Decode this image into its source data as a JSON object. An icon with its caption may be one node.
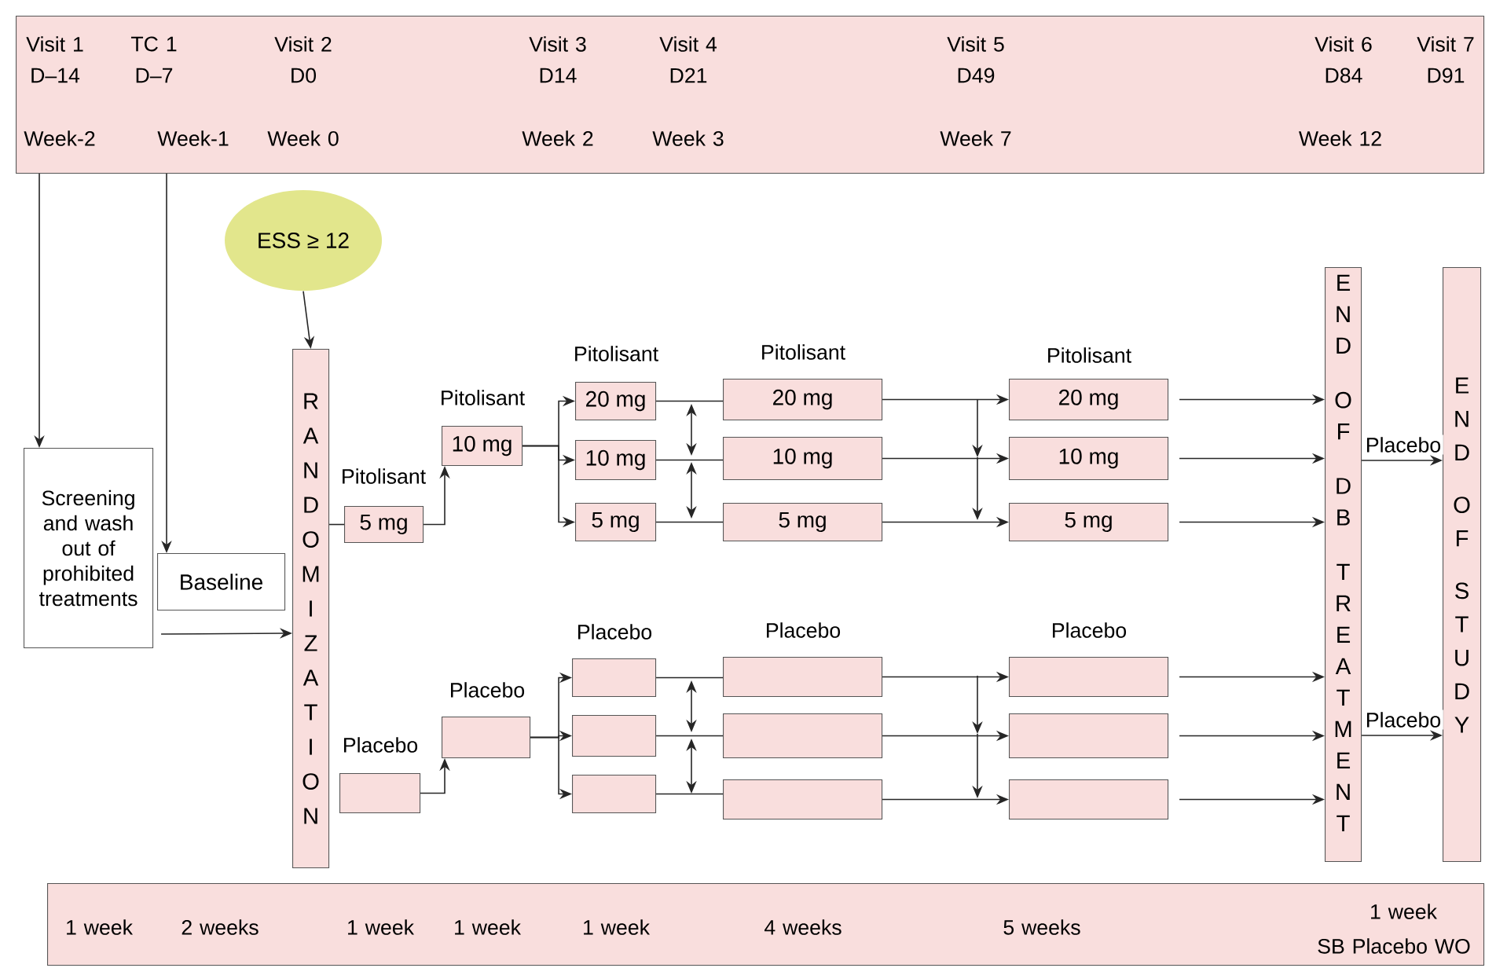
{
  "diagram": {
    "nodes": [
      {
        "text": [
          "Visit 1",
          "D–14",
          "TC 1",
          "D–7",
          "Visit 2",
          "D0",
          "Visit 3",
          "D14",
          "Visit 4",
          "D21",
          "Visit 5",
          "D49",
          "Visit 6",
          "D84",
          "Visit 7",
          "D91",
          "Week-2",
          "Week-1",
          "Week 0",
          "Week 2",
          "Week 3",
          "Week 7",
          "Week 12"
        ]
      },
      {
        "text": [
          "ESS ≥ 12"
        ]
      },
      {
        "text": [
          "Screening and wash out of prohibited treatments"
        ]
      },
      {
        "text": [
          "Baseline"
        ]
      },
      {
        "text": [
          "RANDOMIZATION"
        ]
      },
      {
        "text": [
          "Pitolisant",
          "5 mg"
        ]
      },
      {
        "text": [
          "Pitolisant",
          "10 mg"
        ]
      },
      {
        "text": [
          "Pitolisant",
          "20 mg"
        ]
      },
      {
        "text": [
          "10 mg"
        ]
      },
      {
        "text": [
          "5 mg"
        ]
      },
      {
        "text": [
          "Pitolisant",
          "20 mg"
        ]
      },
      {
        "text": [
          "10 mg"
        ]
      },
      {
        "text": [
          "5 mg"
        ]
      },
      {
        "text": [
          "Pitolisant",
          "20 mg"
        ]
      },
      {
        "text": [
          "10 mg"
        ]
      },
      {
        "text": [
          "5 mg"
        ]
      },
      {
        "text": [
          "Placebo"
        ]
      },
      {
        "text": [
          "Placebo"
        ]
      },
      {
        "text": [
          "Placebo"
        ]
      },
      {
        "text": [],
        "shape": "box"
      },
      {
        "text": [],
        "shape": "box"
      },
      {
        "text": [
          "Placebo"
        ]
      },
      {
        "text": [],
        "shape": "box"
      },
      {
        "text": [],
        "shape": "box"
      },
      {
        "text": [
          "Placebo"
        ]
      },
      {
        "text": [],
        "shape": "box"
      },
      {
        "text": [],
        "shape": "box"
      },
      {
        "text": [
          "END OF DB TREATMENT"
        ]
      },
      {
        "text": [
          "END OF STUDY"
        ]
      },
      {
        "text": [
          "1 week",
          "2 weeks",
          "1 week",
          "1 week",
          "1 week",
          "4 weeks",
          "5 weeks",
          "1 week",
          "SB Placebo WO"
        ]
      }
    ],
    "edges": [
      {
        "from": 0,
        "to": 2,
        "arrow": "to"
      },
      {
        "from": 0,
        "to": 3,
        "arrow": "to"
      },
      {
        "from": 1,
        "to": 4,
        "arrow": "to"
      },
      {
        "from": 2,
        "to": 4,
        "arrow": "to"
      },
      {
        "from": 4,
        "to": 5,
        "arrow": "none"
      },
      {
        "from": 5,
        "to": 6,
        "arrow": "to"
      },
      {
        "from": 6,
        "to": 7,
        "arrow": "to"
      },
      {
        "from": 6,
        "to": 8,
        "arrow": "to"
      },
      {
        "from": 6,
        "to": 9,
        "arrow": "to"
      },
      {
        "from": 7,
        "to": 10,
        "arrow": "none"
      },
      {
        "from": 8,
        "to": 11,
        "arrow": "none"
      },
      {
        "from": 9,
        "to": 12,
        "arrow": "none"
      },
      {
        "from": 10,
        "to": 13,
        "arrow": "to"
      },
      {
        "from": 11,
        "to": 14,
        "arrow": "to"
      },
      {
        "from": 12,
        "to": 15,
        "arrow": "to"
      },
      {
        "from": 13,
        "to": 27,
        "arrow": "to"
      },
      {
        "from": 14,
        "to": 27,
        "arrow": "to"
      },
      {
        "from": 15,
        "to": 27,
        "arrow": "to"
      },
      {
        "from": 16,
        "to": 17,
        "arrow": "to"
      },
      {
        "from": 17,
        "to": 18,
        "arrow": "to"
      },
      {
        "from": 17,
        "to": 19,
        "arrow": "to"
      },
      {
        "from": 17,
        "to": 20,
        "arrow": "to"
      },
      {
        "from": 18,
        "to": 21,
        "arrow": "none"
      },
      {
        "from": 19,
        "to": 22,
        "arrow": "none"
      },
      {
        "from": 20,
        "to": 23,
        "arrow": "none"
      },
      {
        "from": 21,
        "to": 24,
        "arrow": "to"
      },
      {
        "from": 22,
        "to": 25,
        "arrow": "to"
      },
      {
        "from": 23,
        "to": 26,
        "arrow": "to"
      },
      {
        "from": 24,
        "to": 27,
        "arrow": "to"
      },
      {
        "from": 25,
        "to": 27,
        "arrow": "to"
      },
      {
        "from": 26,
        "to": 27,
        "arrow": "to"
      },
      {
        "from": 27,
        "to": 28,
        "arrow": "to",
        "label": "Placebo"
      },
      {
        "from": 27,
        "to": 28,
        "arrow": "to",
        "label": "Placebo"
      }
    ]
  }
}
